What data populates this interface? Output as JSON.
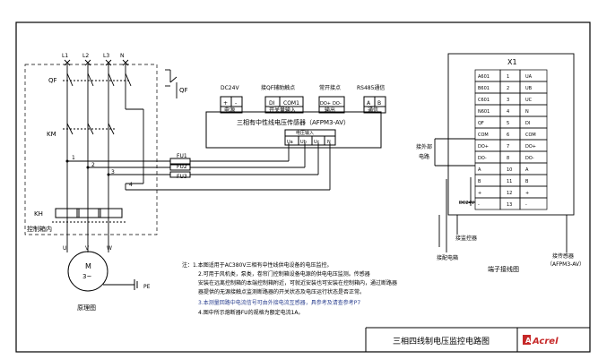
{
  "phases": [
    "L1",
    "L2",
    "L3",
    "N"
  ],
  "breaker": "QF",
  "breaker_aux": "QF",
  "contactor": "KM",
  "thermal": "KH",
  "cabinet": "控制箱内",
  "motor": {
    "name": "M",
    "phase": "3~",
    "terminals": [
      "U",
      "V",
      "W"
    ],
    "ground": "PE"
  },
  "schematic_title": "原理图",
  "lines": [
    "1",
    "2",
    "3",
    "4"
  ],
  "fuses": [
    "FU1",
    "FU2",
    "FU3"
  ],
  "device": {
    "title": "三相有中性线电压传感器（AFPM3-AV）",
    "power": {
      "header": "DC24V",
      "pins": [
        "+",
        "-"
      ],
      "label": "电源"
    },
    "switch_in": {
      "header": "接QF辅助触点",
      "pins": [
        "DI",
        "COM1"
      ],
      "label": "开关量输入"
    },
    "relay_out": {
      "header": "常开接点",
      "pins": [
        "DO+",
        "DO-"
      ],
      "label": "输出"
    },
    "rs485": {
      "header": "RS485通信",
      "pins": [
        "A",
        "B"
      ],
      "label": "通信"
    },
    "voltage_in": {
      "header": "电压输入",
      "pins": [
        "Ua",
        "Ub",
        "Uc",
        "N"
      ]
    }
  },
  "terminal": {
    "title": "X1",
    "rows": [
      {
        "l": "A601",
        "n": "1",
        "r": "UA"
      },
      {
        "l": "B601",
        "n": "2",
        "r": "UB"
      },
      {
        "l": "C601",
        "n": "3",
        "r": "UC"
      },
      {
        "l": "N601",
        "n": "4",
        "r": "N"
      },
      {
        "l": "QF",
        "n": "5",
        "r": "DI"
      },
      {
        "l": "COM",
        "n": "6",
        "r": "COM"
      },
      {
        "l": "DO+",
        "n": "7",
        "r": "DO+"
      },
      {
        "l": "DO-",
        "n": "8",
        "r": "DO-"
      },
      {
        "l": "A",
        "n": "10",
        "r": "A"
      },
      {
        "l": "B",
        "n": "11",
        "r": "B"
      },
      {
        "l": "+",
        "n": "12",
        "r": "+"
      },
      {
        "l": "-",
        "n": "13",
        "r": "-"
      }
    ],
    "ext_circuit": "接外部\n电路",
    "dc24v": "DC24V",
    "to_monitor": "接监控器",
    "to_cabinet": "接配电箱",
    "to_sensor": "接传感器\n（AFPM3-AV）",
    "label": "端子接线图"
  },
  "notes": [
    "注：1.本图适用于AC380V三相有中性线供电设备的电压监控。",
    "2.可用于风机类，泵类，卷帘门控制箱设备电源的供电电压监测。传感器",
    "安装在远离控制箱的本端控制箱附近，可就近安装也可安装在控制箱内，通过断路器",
    "器提供的无源接触点监测断路器的开关状态及电压运行状态是否正常。",
    "3.本测量回路中电流信号可由外接电流互感器，具参考及请查参考P7",
    "4.图中所示熔断器FU的规格为额定电流1A。"
  ],
  "drawing_title": "三相四线制电压监控电路图",
  "logo": "Acrel"
}
